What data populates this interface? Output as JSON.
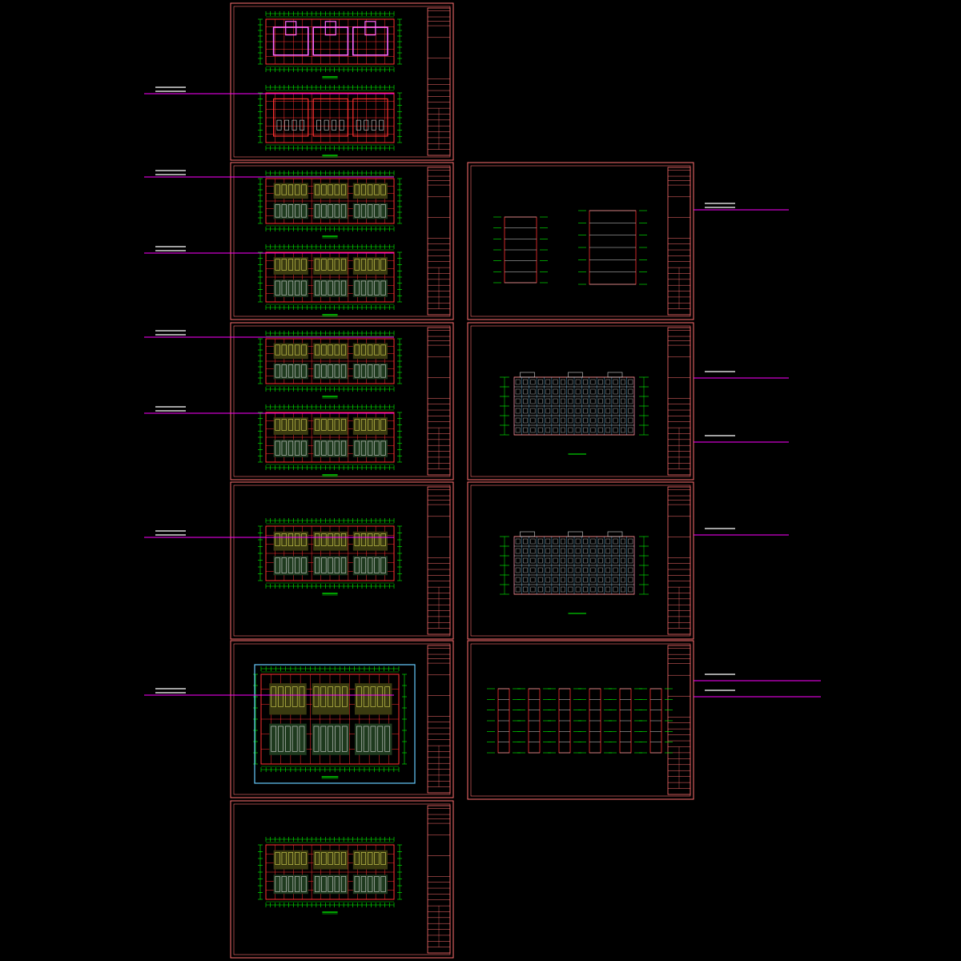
{
  "colors": {
    "background": "#000000",
    "sheet_border": "#ff6f6f",
    "title_block": "#ff6f6f",
    "grid": "#ff3030",
    "dims": "#00ff00",
    "walls": "#ff66ff",
    "leader": "#ff00ff",
    "fill_white": "#d8d8d8",
    "fill_yellow": "#ffff66",
    "cyan": "#66ccff"
  },
  "drawing": {
    "left_column_sheets": [
      {
        "id": "sheet-1",
        "kind": "plan-pair",
        "plans": 2
      },
      {
        "id": "sheet-2",
        "kind": "plan-pair",
        "plans": 2
      },
      {
        "id": "sheet-3",
        "kind": "plan-pair",
        "plans": 2
      },
      {
        "id": "sheet-4",
        "kind": "plan-single",
        "plans": 1
      },
      {
        "id": "sheet-5",
        "kind": "site-plan",
        "plans": 1
      },
      {
        "id": "sheet-6",
        "kind": "plan-single",
        "plans": 1
      }
    ],
    "right_column_sheets": [
      {
        "id": "sheet-7",
        "kind": "sections"
      },
      {
        "id": "sheet-8",
        "kind": "elevation"
      },
      {
        "id": "sheet-9",
        "kind": "elevation"
      },
      {
        "id": "sheet-10",
        "kind": "details"
      }
    ]
  }
}
